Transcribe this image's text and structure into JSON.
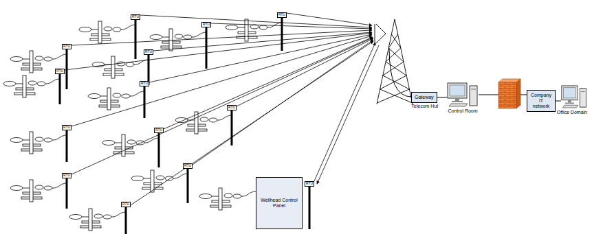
{
  "diagram": {
    "nodes": [
      {
        "text": [
          "RTU"
        ]
      },
      {
        "text": [
          "RTU"
        ]
      },
      {
        "text": [
          "RTU"
        ]
      },
      {
        "text": [
          "RTU"
        ]
      },
      {
        "text": [
          "RTU"
        ]
      },
      {
        "text": [
          "RTU"
        ]
      },
      {
        "text": [
          "RTU"
        ]
      },
      {
        "text": [
          "RTU"
        ]
      },
      {
        "text": [
          "RTU"
        ]
      },
      {
        "text": [
          "RTU"
        ]
      },
      {
        "text": [
          "RTU"
        ]
      },
      {
        "text": [
          "RTU"
        ]
      },
      {
        "text": [
          "RTU"
        ]
      },
      {
        "text": [
          "Wellhead Control Panel"
        ]
      },
      {
        "text": [
          "RTU"
        ]
      },
      {
        "text": [
          "Gateway",
          "Telecom Hut"
        ]
      },
      {
        "text": [
          "Control Room"
        ]
      },
      {
        "text": [
          "Company IT network"
        ]
      },
      {
        "text": [
          "Office Domain"
        ]
      }
    ],
    "edges": [
      {
        "from": 15,
        "to": 16,
        "arrow": "none"
      },
      {
        "from": 16,
        "to": 17,
        "arrow": "none"
      },
      {
        "from": 17,
        "to": 18,
        "arrow": "none"
      }
    ]
  }
}
